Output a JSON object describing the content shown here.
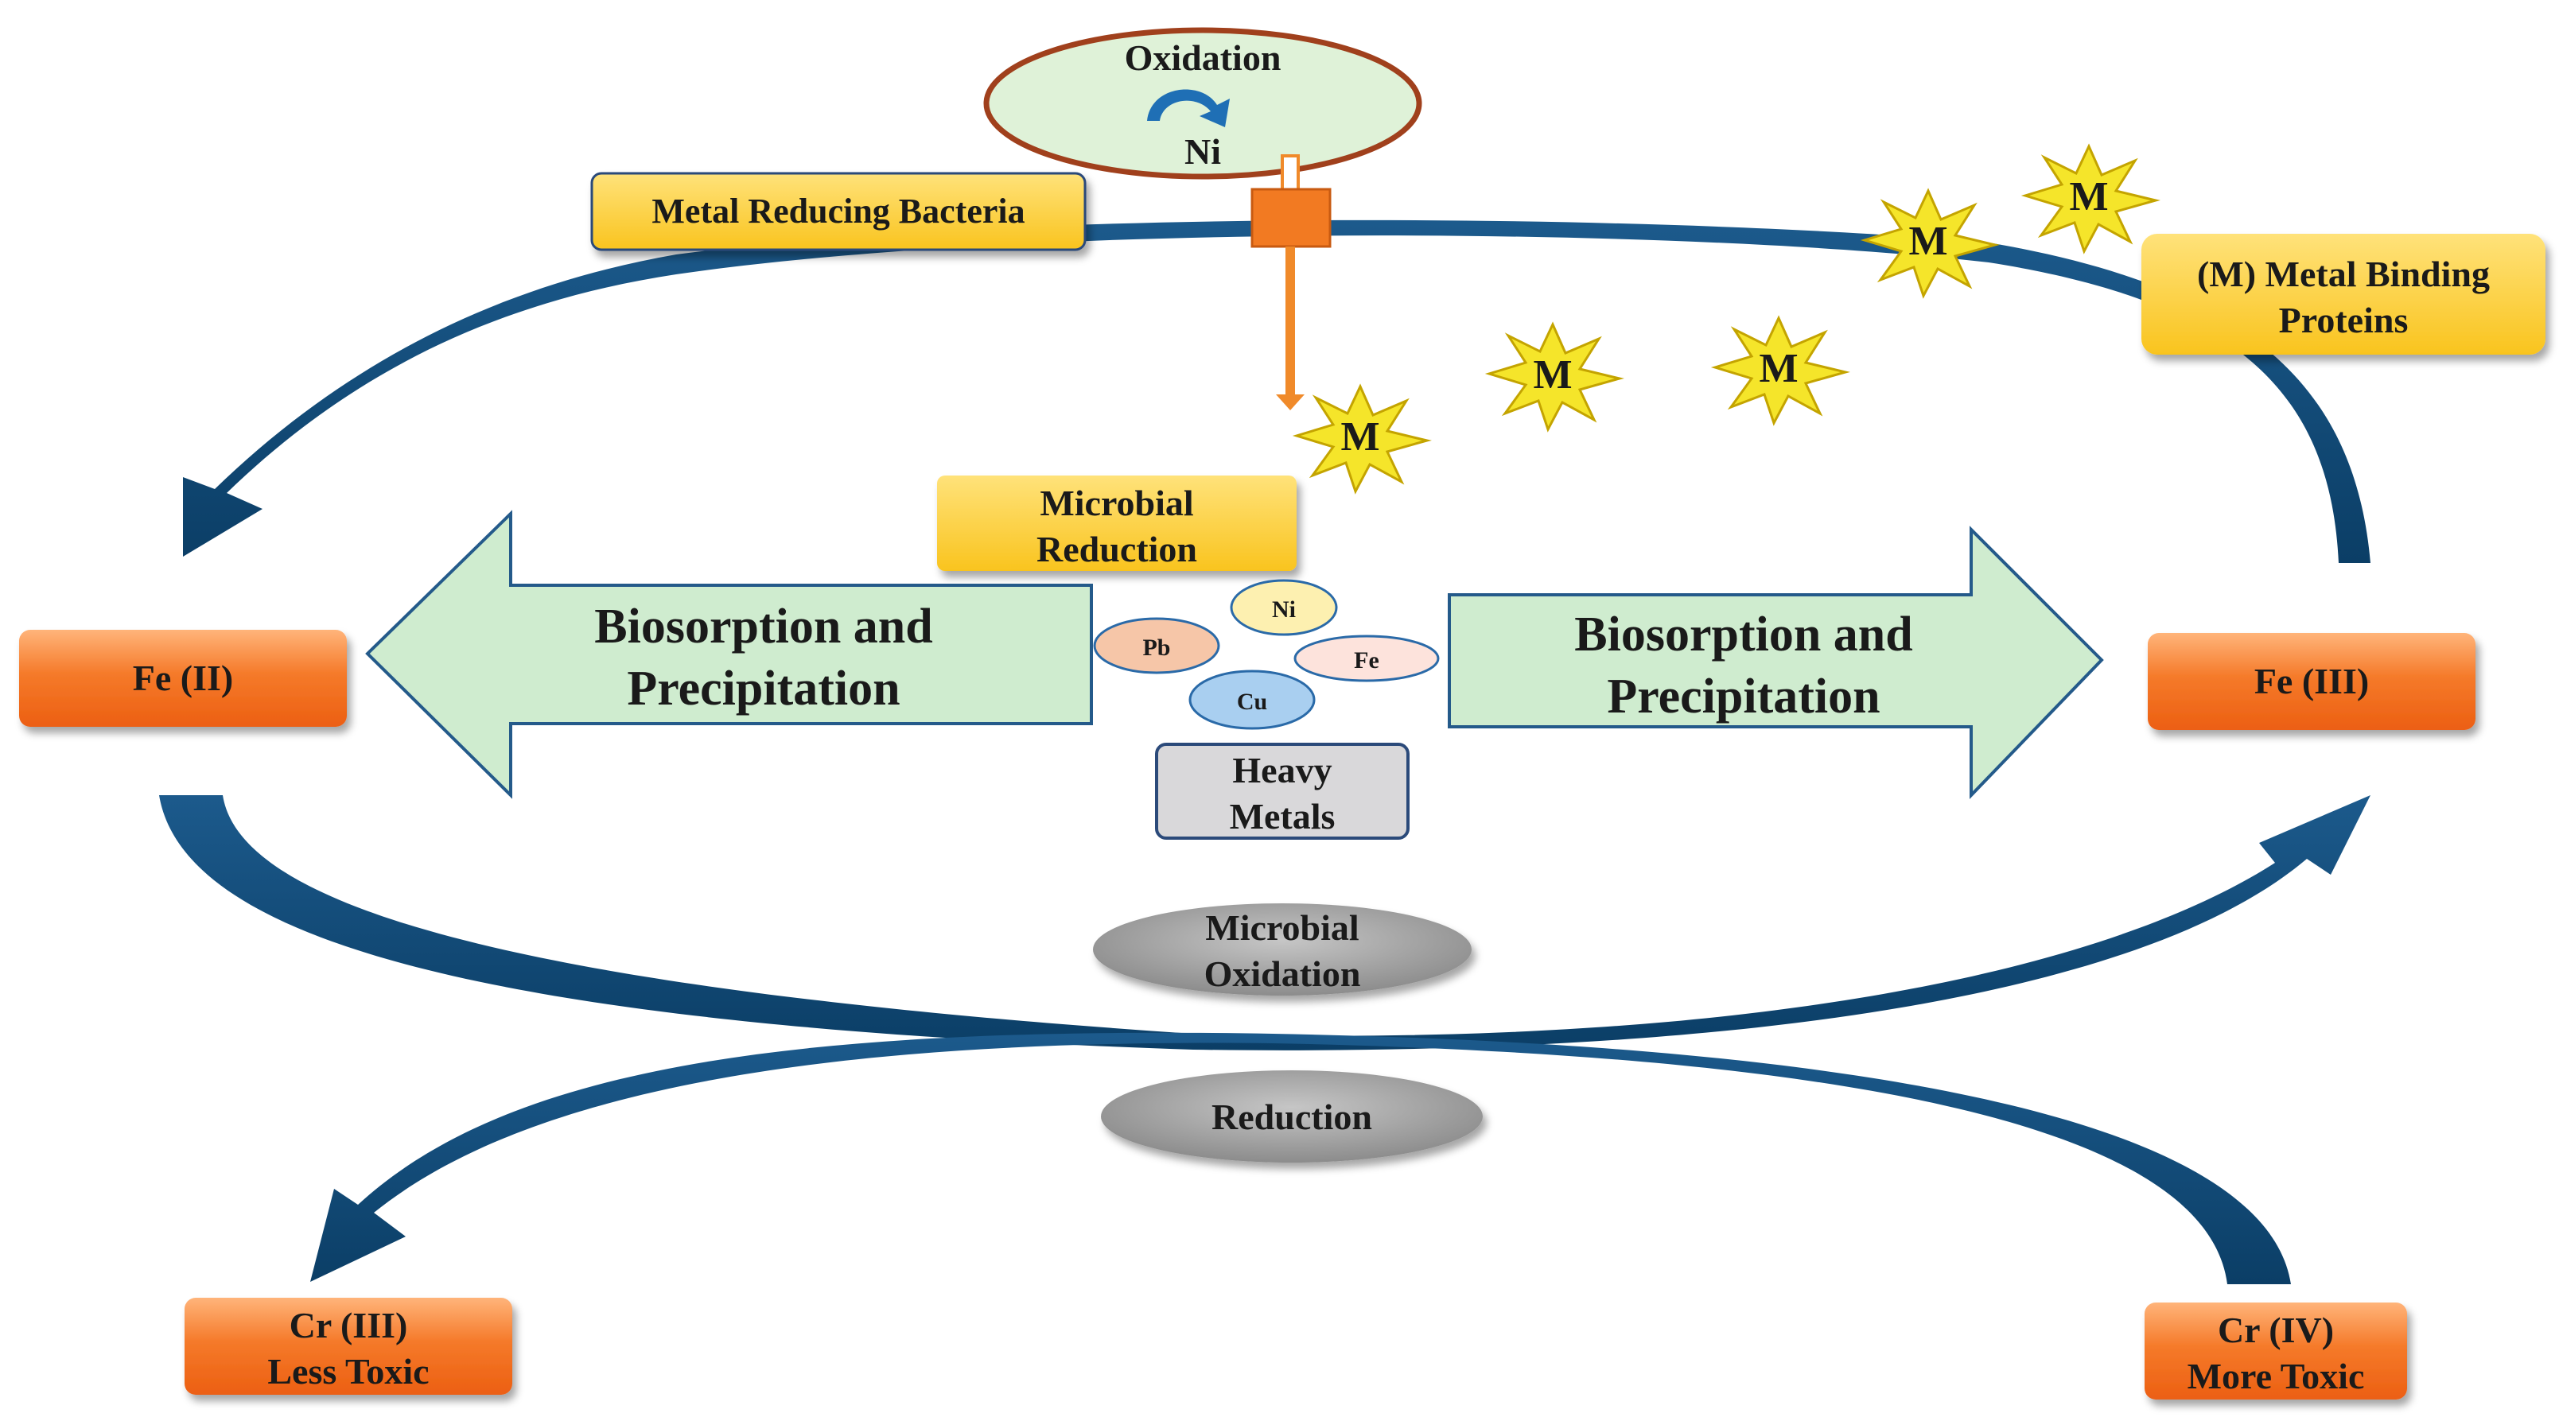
{
  "oxidation": {
    "title": "Oxidation",
    "metal": "Ni"
  },
  "labels": {
    "metal_reducing_bacteria": "Metal Reducing Bacteria",
    "metal_binding_proteins_line1": "(M) Metal Binding",
    "metal_binding_proteins_line2": "Proteins",
    "microbial_reduction_line1": "Microbial",
    "microbial_reduction_line2": "Reduction",
    "biosorption_left_line1": "Biosorption and",
    "biosorption_left_line2": "Precipitation",
    "biosorption_right_line1": "Biosorption and",
    "biosorption_right_line2": "Precipitation",
    "heavy_metals_line1": "Heavy",
    "heavy_metals_line2": "Metals",
    "microbial_oxidation_line1": "Microbial",
    "microbial_oxidation_line2": "Oxidation",
    "reduction": "Reduction"
  },
  "metal_ions": {
    "ni": "Ni",
    "pb": "Pb",
    "fe": "Fe",
    "cu": "Cu"
  },
  "species": {
    "fe2": "Fe (II)",
    "fe3": "Fe (III)",
    "cr3_line1": "Cr (III)",
    "cr3_line2": "Less Toxic",
    "cr4_line1": "Cr (IV)",
    "cr4_line2": "More Toxic"
  },
  "binding_protein_symbol": "M",
  "colors": {
    "dark_blue_arrow": "#0e4a78",
    "orange_box": "#f26a1b",
    "yellow_box": "#fdd24d",
    "green_arrow": "#cfeccf",
    "grey_oval": "#9a9a9a",
    "starburst": "#f5e52a"
  }
}
